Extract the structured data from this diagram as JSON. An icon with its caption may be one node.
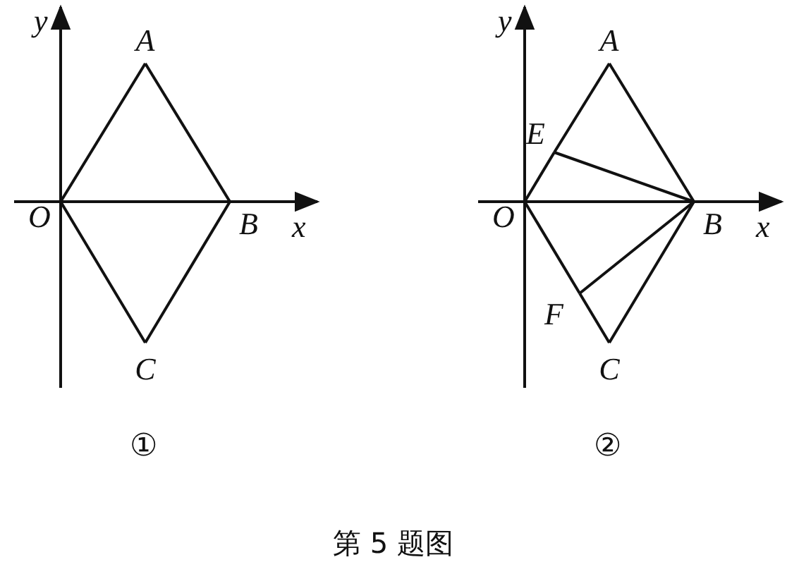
{
  "diagram": {
    "caption": "第 5 题图",
    "nodes": [
      {
        "text": [
          "O"
        ]
      },
      {
        "text": [
          "A"
        ]
      },
      {
        "text": [
          "B"
        ]
      },
      {
        "text": [
          "C"
        ]
      },
      {
        "text": [
          "O"
        ]
      },
      {
        "text": [
          "A"
        ]
      },
      {
        "text": [
          "E"
        ]
      },
      {
        "text": [
          "B"
        ]
      },
      {
        "text": [
          "F"
        ]
      },
      {
        "text": [
          "C"
        ]
      }
    ],
    "edges": [
      {
        "from": 0,
        "to": 1,
        "arrow": "none"
      },
      {
        "from": 1,
        "to": 2,
        "arrow": "none"
      },
      {
        "from": 2,
        "to": 3,
        "arrow": "none"
      },
      {
        "from": 3,
        "to": 0,
        "arrow": "none"
      },
      {
        "from": 0,
        "to": 2,
        "arrow": "none"
      },
      {
        "from": 4,
        "to": 6,
        "arrow": "none"
      },
      {
        "from": 6,
        "to": 5,
        "arrow": "none"
      },
      {
        "from": 5,
        "to": 7,
        "arrow": "none"
      },
      {
        "from": 7,
        "to": 9,
        "arrow": "none"
      },
      {
        "from": 9,
        "to": 8,
        "arrow": "none"
      },
      {
        "from": 8,
        "to": 4,
        "arrow": "none"
      },
      {
        "from": 4,
        "to": 7,
        "arrow": "none"
      },
      {
        "from": 6,
        "to": 7,
        "arrow": "none"
      },
      {
        "from": 8,
        "to": 7,
        "arrow": "none"
      }
    ],
    "labels": [
      "y",
      "x",
      "①",
      "y",
      "x",
      "②"
    ]
  }
}
